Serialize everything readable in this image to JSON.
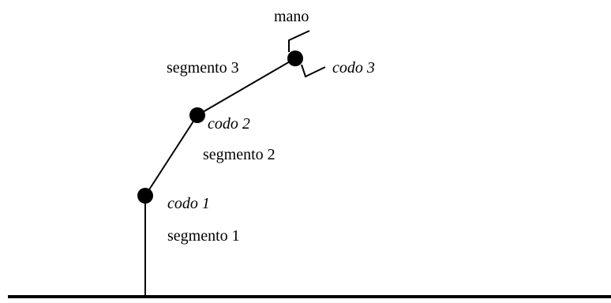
{
  "diagram": {
    "segments": [
      "segmento 1",
      "segmento 2",
      "segmento 3"
    ],
    "joints": [
      "codo 1",
      "codo 2",
      "codo 3"
    ],
    "end_effector": "mano"
  },
  "colors": {
    "stroke": "#000000",
    "joint_fill": "#000000",
    "background": "#ffffff"
  }
}
